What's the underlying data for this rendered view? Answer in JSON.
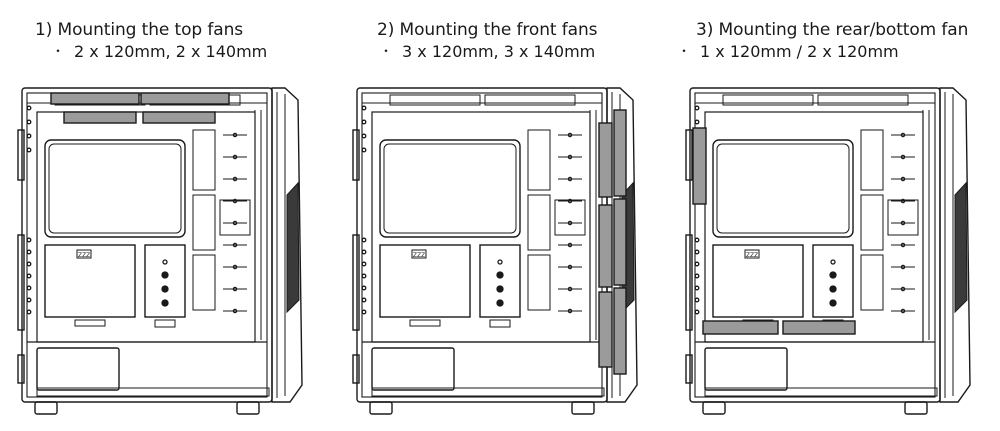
{
  "panels": [
    {
      "title": "1) Mounting the top fans",
      "bullet": "・",
      "spec": "2 x 120mm, 2 x 140mm"
    },
    {
      "title": "2) Mounting the front fans",
      "bullet": "・",
      "spec": "3 x 120mm, 3 x 140mm"
    },
    {
      "title": "3) Mounting the rear/bottom fan",
      "bullet": "・",
      "spec": "1 x 120mm / 2 x 120mm"
    }
  ],
  "case_logo_text": "ZZZ",
  "colors": {
    "line": "#1a1a1a",
    "fan_fill": "#9b9b9b",
    "vent_fill": "#3a3a3a",
    "background": "#ffffff"
  },
  "highlighted_fan_positions": [
    "top",
    "front",
    "rear-bottom"
  ]
}
